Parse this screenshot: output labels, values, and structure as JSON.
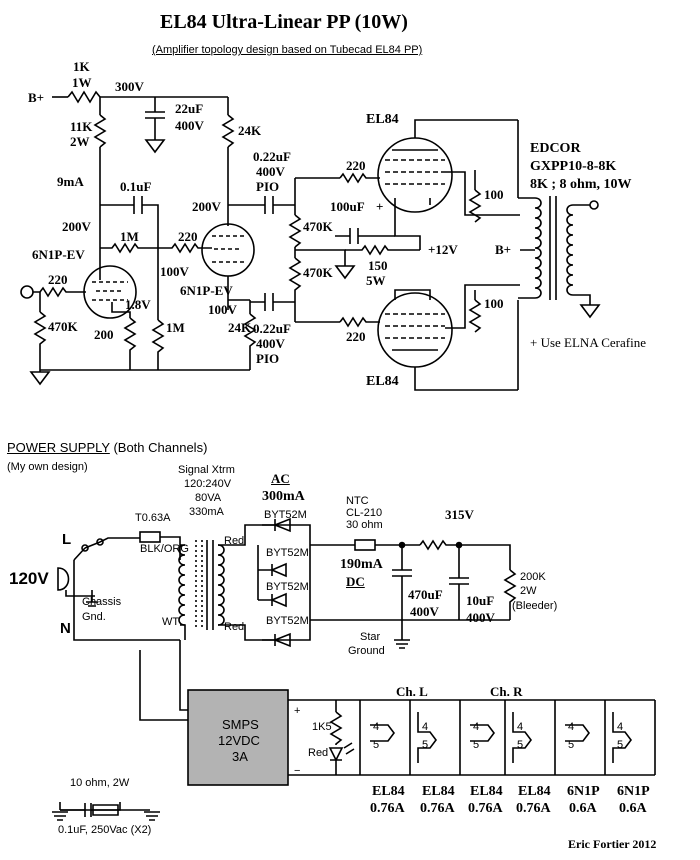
{
  "title": "EL84 Ultra-Linear PP (10W)",
  "subtitle": "(Amplifier topology design based on Tubecad EL84 PP)",
  "amp": {
    "bplus": "B+",
    "r_in_1k": "1K",
    "r_in_1w": "1W",
    "v300": "300V",
    "c22": "22uF",
    "c22v": "400V",
    "r11k": "11K",
    "r11kw": "2W",
    "r24k_top": "24K",
    "i9ma": "9mA",
    "c01": "0.1uF",
    "v200_left": "200V",
    "r1m_a": "1M",
    "r220_mid": "220",
    "v100_mid": "100V",
    "tube_6n1p_a": "6N1P-EV",
    "tube_6n1p_b": "6N1P-EV",
    "r220_in": "220",
    "r470k_in": "470K",
    "r200": "200",
    "v1_8": "1.8V",
    "r1m_b": "1M",
    "v200_right": "200V",
    "v100_right": "100V",
    "r24k_bot": "24K",
    "cc_top_1": "0.22uF",
    "cc_top_2": "400V",
    "cc_top_3": "PIO",
    "cc_bot_1": "0.22uF",
    "cc_bot_2": "400V",
    "cc_bot_3": "PIO",
    "r470k_a": "470K",
    "r470k_b": "470K",
    "c100": "100uF",
    "plus": "+",
    "r150": "150",
    "r150w": "5W",
    "v12": "+12V",
    "r220_g1": "220",
    "r220_g2": "220",
    "r100_a": "100",
    "r100_b": "100",
    "el84_top": "EL84",
    "el84_bot": "EL84",
    "ot_1": "EDCOR",
    "ot_2": "GXPP10-8-8K",
    "ot_3": "8K ; 8 ohm, 10W",
    "bplus_ot": "B+",
    "note": "+ Use ELNA Cerafine"
  },
  "ps": {
    "heading": "POWER SUPPLY",
    "heading_sub": "(Both Channels)",
    "my_design": "(My own design)",
    "xfmr_1": "Signal Xtrm",
    "xfmr_2": "120:240V",
    "xfmr_3": "80VA",
    "xfmr_4": "330mA",
    "ac": "AC",
    "ac_i": "300mA",
    "fuse": "T0.63A",
    "blk": "BLK/ORG",
    "red1": "Red",
    "red2": "Red",
    "wt": "WT",
    "l": "L",
    "n": "N",
    "v120": "120V",
    "chassis_1": "Chassis",
    "chassis_2": "Gnd.",
    "d1": "BYT52M",
    "d2": "BYT52M",
    "d3": "BYT52M",
    "d4": "BYT52M",
    "ntc_1": "NTC",
    "ntc_2": "CL-210",
    "ntc_3": "30 ohm",
    "dc_i": "190mA",
    "dc": "DC",
    "v315": "315V",
    "c470": "470uF",
    "c470v": "400V",
    "c10": "10uF",
    "c10v": "400V",
    "r200k": "200K",
    "r200kw": "2W",
    "bleeder": "(Bleeder)",
    "star_1": "Star",
    "star_2": "Ground",
    "smps_1": "SMPS",
    "smps_2": "12VDC",
    "smps_3": "3A",
    "plus": "+",
    "minus": "−",
    "r1k5": "1K5",
    "led": "Red",
    "chl": "Ch. L",
    "chr": "Ch. R",
    "pin4": "4",
    "pin5": "5",
    "heaters": [
      {
        "tube": "EL84",
        "current": "0.76A"
      },
      {
        "tube": "EL84",
        "current": "0.76A"
      },
      {
        "tube": "EL84",
        "current": "0.76A"
      },
      {
        "tube": "EL84",
        "current": "0.76A"
      },
      {
        "tube": "6N1P",
        "current": "0.6A"
      },
      {
        "tube": "6N1P",
        "current": "0.6A"
      }
    ],
    "snub_r": "10 ohm, 2W",
    "snub_c": "0.1uF, 250Vac (X2)"
  },
  "author": "Eric Fortier 2012"
}
